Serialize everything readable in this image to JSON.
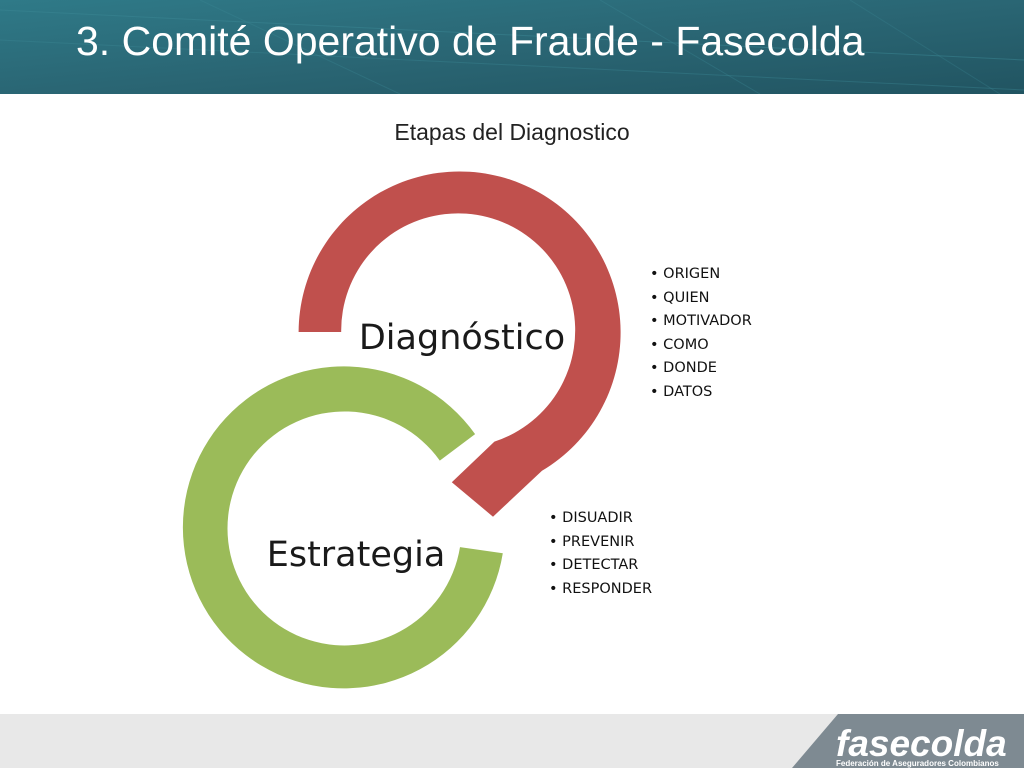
{
  "slide": {
    "title": "3. Comité Operativo de Fraude - Fasecolda",
    "subtitle": "Etapas del Diagnostico"
  },
  "diagram": {
    "stages": [
      {
        "label": "Diagnóstico",
        "color": "#c0504d",
        "items": [
          "ORIGEN",
          "QUIEN",
          "MOTIVADOR",
          "COMO",
          "DONDE",
          "DATOS"
        ]
      },
      {
        "label": "Estrategia",
        "color": "#9bbb59",
        "items": [
          "DISUADIR",
          "PREVENIR",
          "DETECTAR",
          "RESPONDER"
        ]
      }
    ]
  },
  "logo": {
    "name": "fasecolda",
    "tagline": "Federación de Aseguradores Colombianos"
  },
  "colors": {
    "header": "#2d6f7d",
    "logo_band": "#7e8a92"
  }
}
